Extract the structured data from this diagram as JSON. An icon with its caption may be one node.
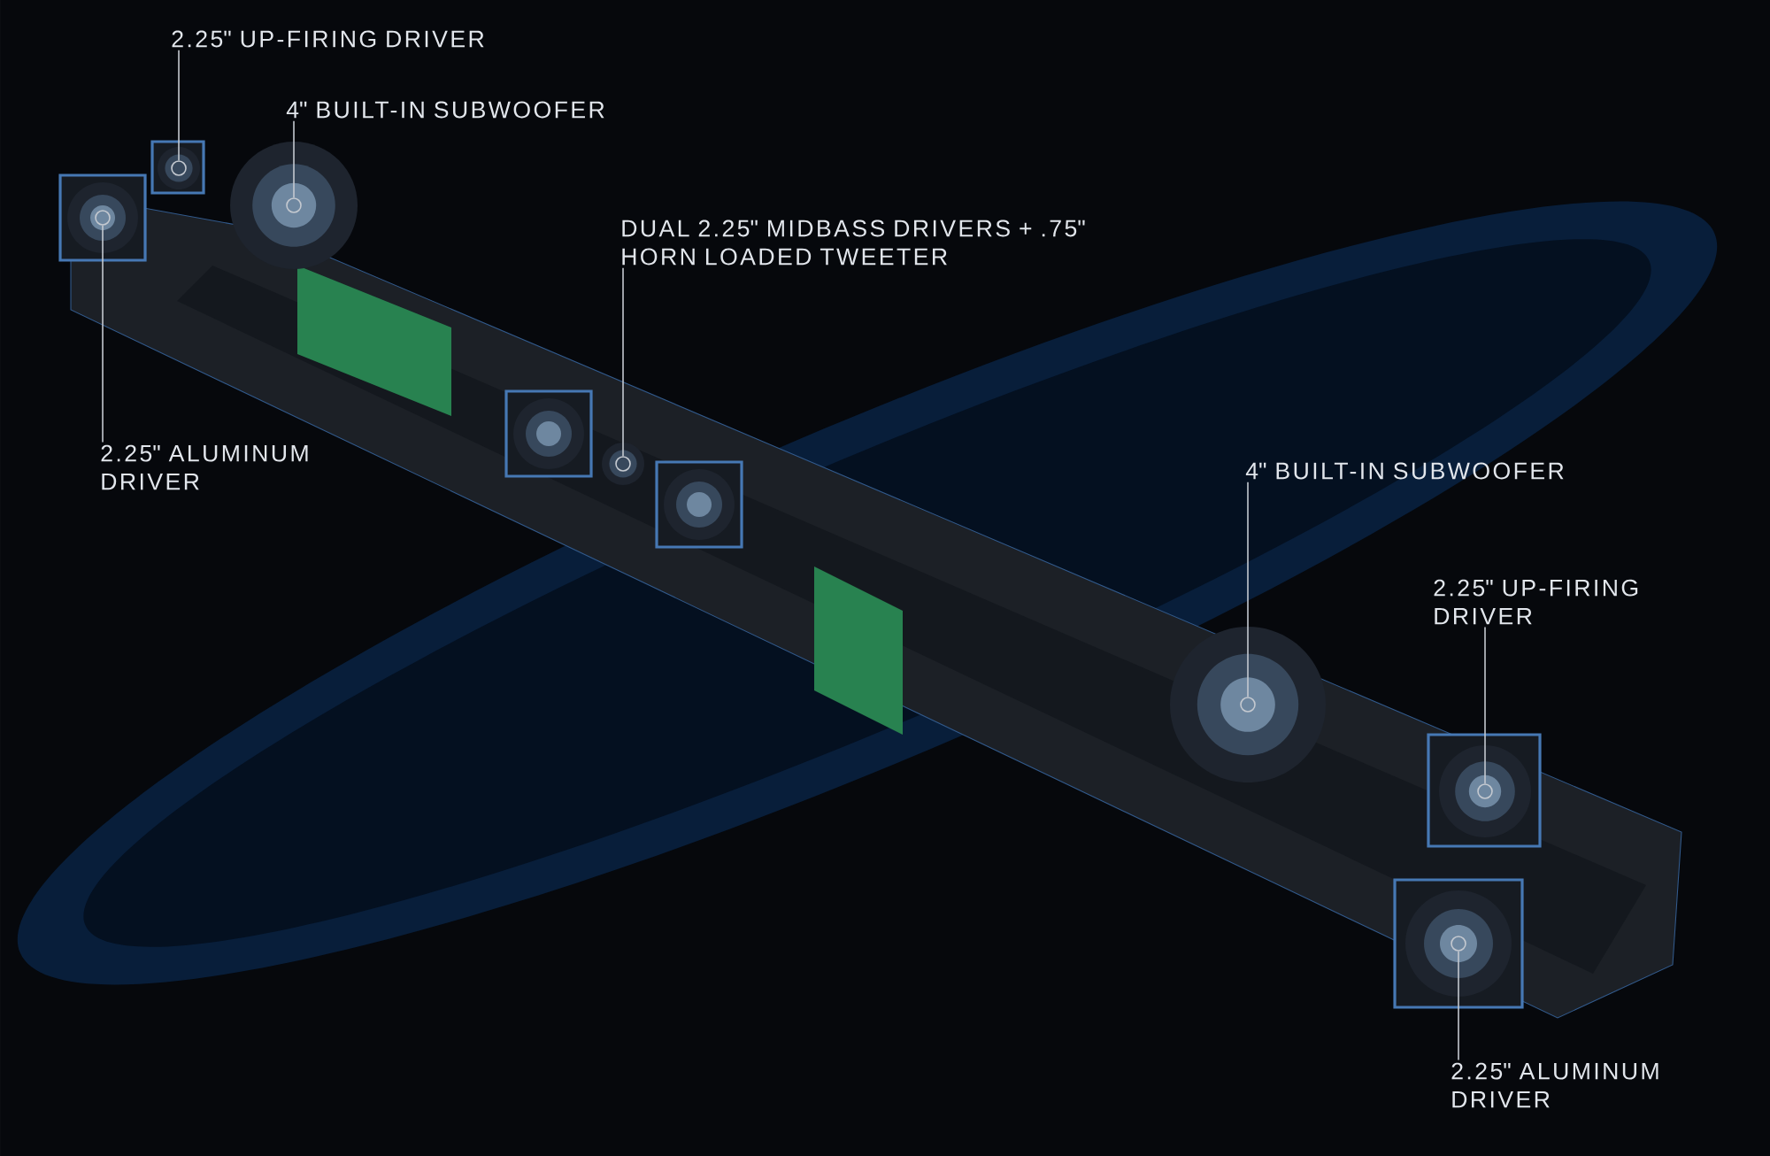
{
  "diagram": {
    "nodes": [
      {
        "text": [
          "2.25\" UP-FIRING DRIVER"
        ]
      },
      {
        "text": [
          "4\" BUILT-IN SUBWOOFER"
        ]
      },
      {
        "text": [
          "DUAL 2.25\" MIDBASS DRIVERS + .75\" HORN LOADED TWEETER"
        ]
      },
      {
        "text": [
          "2.25\" ALUMINUM DRIVER"
        ]
      },
      {
        "text": [
          "4\" BUILT-IN SUBWOOFER"
        ]
      },
      {
        "text": [
          "2.25\" UP-FIRING DRIVER"
        ]
      },
      {
        "text": [
          "2.25\" ALUMINUM DRIVER"
        ]
      },
      {
        "text": [],
        "shape": "circle"
      },
      {
        "text": [],
        "shape": "circle"
      },
      {
        "text": [],
        "shape": "circle"
      },
      {
        "text": [],
        "shape": "circle"
      },
      {
        "text": [],
        "shape": "circle"
      },
      {
        "text": [],
        "shape": "circle"
      },
      {
        "text": [],
        "shape": "circle"
      }
    ],
    "edges": [
      {
        "from": 0,
        "to": 7,
        "arrow": "none"
      },
      {
        "from": 1,
        "to": 8,
        "arrow": "none"
      },
      {
        "from": 2,
        "to": 9,
        "arrow": "none"
      },
      {
        "from": 3,
        "to": 10,
        "arrow": "none"
      },
      {
        "from": 4,
        "to": 11,
        "arrow": "none"
      },
      {
        "from": 5,
        "to": 12,
        "arrow": "none"
      },
      {
        "from": 6,
        "to": 13,
        "arrow": "none"
      }
    ]
  }
}
